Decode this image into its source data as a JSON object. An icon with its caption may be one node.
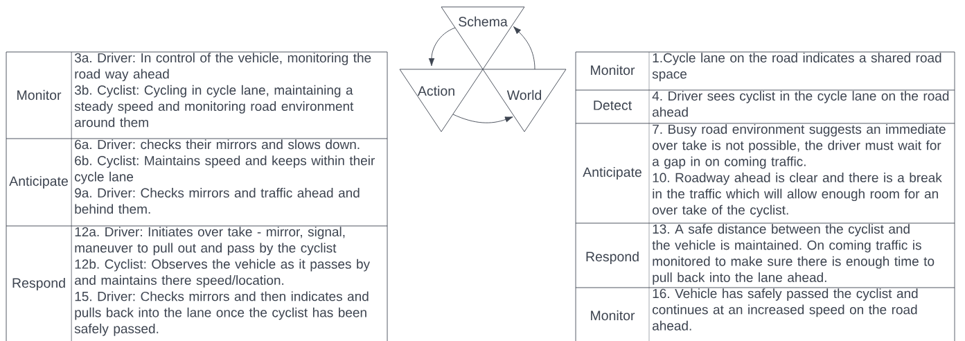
{
  "diagram": {
    "nodes": [
      {
        "text": [
          "Schema"
        ]
      },
      {
        "text": [
          "Action"
        ]
      },
      {
        "text": [
          "World"
        ]
      }
    ],
    "edges": [
      {
        "from": 0,
        "to": 1,
        "arrow": "to"
      },
      {
        "from": 1,
        "to": 2,
        "arrow": "to"
      },
      {
        "from": 2,
        "to": 0,
        "arrow": "to"
      }
    ],
    "labels": [
      "Monitor",
      "3a. Driver: In control of the vehicle, monitoring the road way ahead",
      "3b. Cyclist: Cycling in cycle lane, maintaining a steady speed and monitoring road environment around them",
      "Anticipate",
      "6a. Driver: checks their mirrors and slows down.",
      "6b. Cyclist: Maintains speed and keeps within their cycle lane",
      "9a. Driver: Checks mirrors and traffic ahead and behind them.",
      "Respond",
      "12a. Driver: Initiates over take - mirror, signal, maneuver to pull out and pass by the cyclist",
      "12b. Cyclist: Observes the vehicle as it passes by and maintains there speed/location.",
      "15. Driver: Checks mirrors and then indicates and pulls back into the lane once the cyclist has been safely passed.",
      "Monitor",
      "1.Cycle lane on the road indicates a shared road space",
      "Detect",
      "4. Driver sees cyclist in the cycle lane on the road ahead",
      "Anticipate",
      "7. Busy road environment suggests an immediate over take is not possible, the driver must wait for a gap in on coming traffic.",
      "10. Roadway ahead is clear and there is a break in the traffic which will allow enough room for an over take of the cyclist.",
      "Respond",
      "13. A safe distance between the cyclist and the vehicle is maintained. On coming traffic is monitored to make sure there is enough time to pull back into the lane ahead.",
      "Monitor",
      "16. Vehicle has safely passed the cyclist and continues at an increased speed on the road ahead."
    ]
  }
}
